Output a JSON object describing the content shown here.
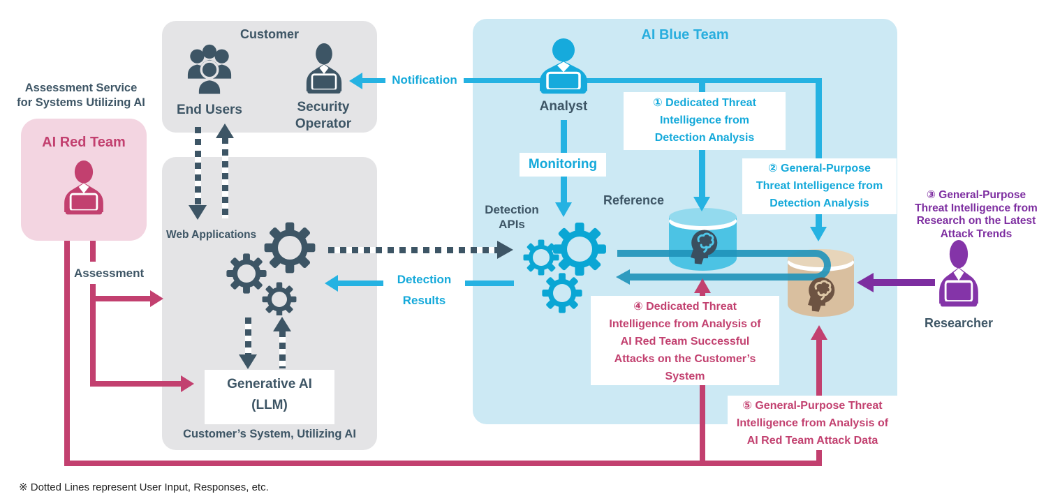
{
  "left_column": {
    "service_title_lines": [
      "Assessment Service",
      "for Systems Utilizing AI"
    ],
    "red_team": "AI Red Team",
    "assessment": "Assessment"
  },
  "customer_panel": {
    "title": "Customer",
    "end_users": "End Users",
    "security_operator_lines": [
      "Security",
      "Operator"
    ]
  },
  "system_panel": {
    "web_applications": "Web Applications",
    "generative_ai_lines": [
      "Generative AI",
      "(LLM)"
    ],
    "caption": "Customer’s System, Utilizing AI"
  },
  "blue_panel": {
    "title": "AI Blue Team",
    "analyst": "Analyst",
    "notification": "Notification",
    "monitoring": "Monitoring",
    "detection_apis_lines": [
      "Detection",
      "APIs"
    ],
    "detection_results_lines": [
      "Detection",
      "Results"
    ],
    "reference": "Reference"
  },
  "researcher_label": "Researcher",
  "annotations": {
    "n1_lines": [
      "① Dedicated Threat",
      "Intelligence from",
      "Detection Analysis"
    ],
    "n2_lines": [
      "② General-Purpose",
      "Threat Intelligence from",
      "Detection Analysis"
    ],
    "n3_lines": [
      "③ General-Purpose",
      "Threat Intelligence from",
      "Research on the Latest",
      "Attack Trends"
    ],
    "n4_lines": [
      "④ Dedicated Threat",
      "Intelligence from Analysis of",
      "AI Red Team Successful",
      "Attacks on the Customer’s",
      "System"
    ],
    "n5_lines": [
      "⑤ General-Purpose Threat",
      "Intelligence from Analysis of",
      "AI Red Team Attack Data"
    ]
  },
  "footnote": "※ Dotted Lines represent User Input, Responses, etc.",
  "colors": {
    "cyan_arrow": "#25b2e2",
    "cyan_text": "#14a9da",
    "teal_reference_line": "#1f93ba",
    "crimson": "#c2406f",
    "purple": "#7d2da0",
    "slate": "#3d5565",
    "blue_panel_bg": "#cce9f4",
    "gray_panel_bg": "#e4e4e6",
    "pink_panel_bg": "#f3d5e1",
    "gear_cyan": "#0aa6d4",
    "cylinder_cyan": "#4cc3e4",
    "cylinder_tan": "#d9bf9f",
    "head_brown": "#6d5342"
  },
  "icons": {
    "end_users": "people-group-icon",
    "security_operator": "person-laptop-icon",
    "analyst": "person-laptop-icon",
    "red_team": "person-laptop-icon",
    "researcher": "person-laptop-icon",
    "web_applications": "gears-icon",
    "detection_apis": "gears-icon",
    "reference_db": "cylinder-brain-head-icon",
    "intelligence_db": "cylinder-brain-head-icon"
  }
}
